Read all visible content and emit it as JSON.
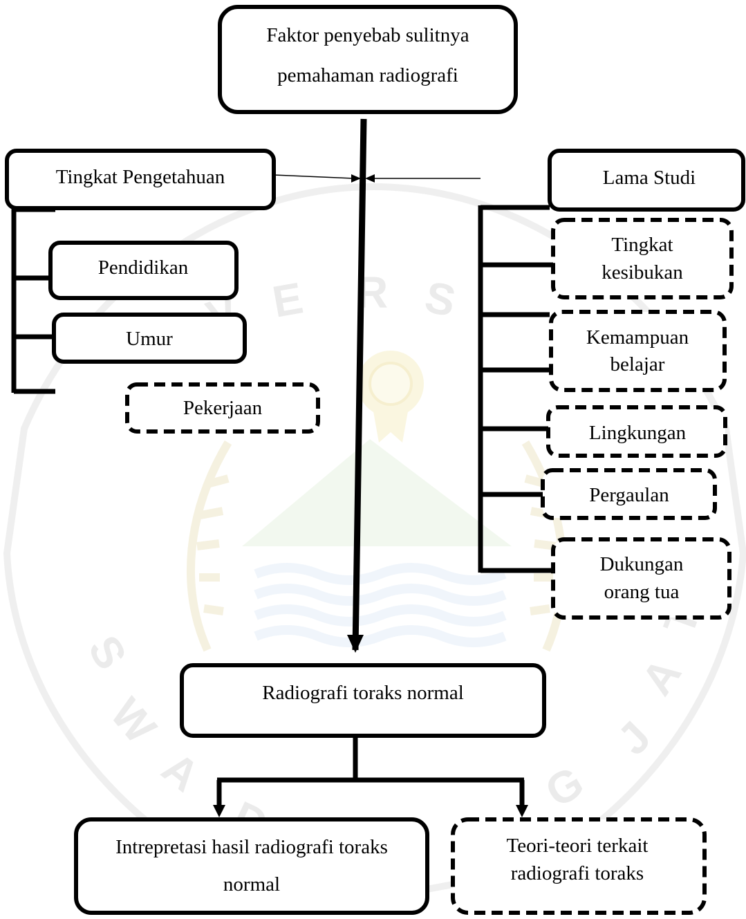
{
  "title": {
    "lines": [
      "Faktor penyebab sulitnya",
      "pemahaman radiografi"
    ]
  },
  "left_group": {
    "header": "Tingkat Pengetahuan",
    "items": [
      {
        "lines": [
          "Pendidikan"
        ],
        "style": "solid"
      },
      {
        "lines": [
          "Umur"
        ],
        "style": "solid"
      },
      {
        "lines": [
          "Pekerjaan"
        ],
        "style": "dashed"
      }
    ]
  },
  "right_group": {
    "header": "Lama Studi",
    "items": [
      {
        "lines": [
          "Tingkat",
          "kesibukan"
        ],
        "style": "dashed"
      },
      {
        "lines": [
          "Kemampuan",
          "belajar"
        ],
        "style": "dashed"
      },
      {
        "lines": [
          "Lingkungan"
        ],
        "style": "dashed"
      },
      {
        "lines": [
          "Pergaulan"
        ],
        "style": "dashed"
      },
      {
        "lines": [
          "Dukungan",
          "orang tua"
        ],
        "style": "dashed"
      }
    ]
  },
  "center": {
    "lines": [
      "Radiografi toraks normal"
    ]
  },
  "outputs": [
    {
      "lines": [
        "Intrepretasi hasil radiografi toraks",
        "normal"
      ],
      "style": "solid"
    },
    {
      "lines": [
        "Teori-teori terkait",
        "radiografi toraks"
      ],
      "style": "dashed"
    }
  ],
  "watermark": {
    "top_letters": [
      "V",
      "E",
      "R",
      "S"
    ],
    "bottom_letters": [
      "S",
      "W",
      "A",
      "D",
      "G",
      "J",
      "A",
      "T",
      "I"
    ]
  }
}
